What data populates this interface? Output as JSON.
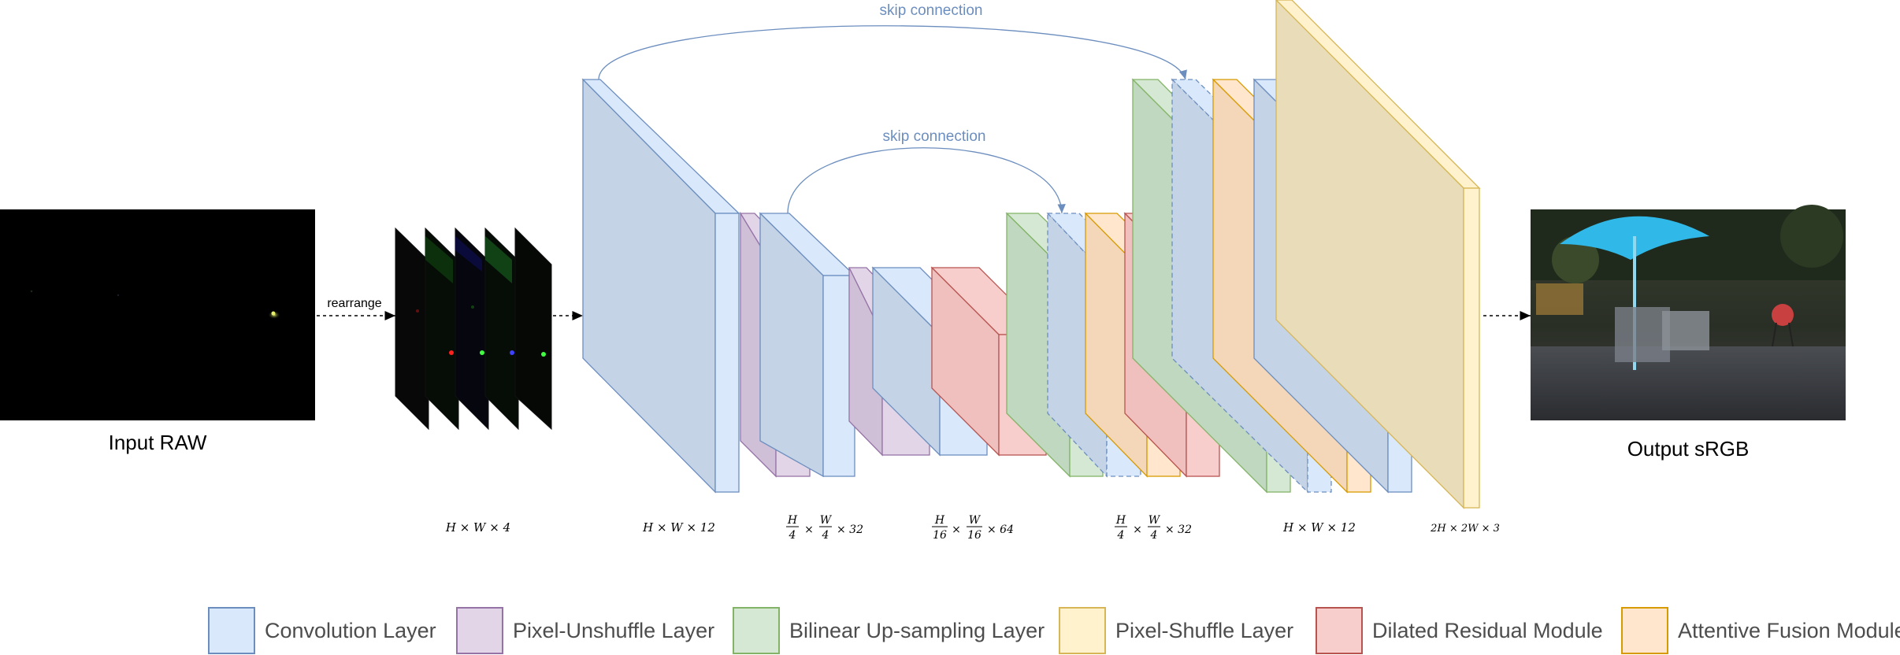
{
  "labels": {
    "input": "Input RAW",
    "output": "Output sRGB",
    "rearrange": "rearrange",
    "skip_top": "skip connection",
    "skip_inner": "skip connection"
  },
  "dims": {
    "d1": "H × W × 4",
    "d2": "H × W × 12",
    "d3": {
      "n1": "H",
      "d1": "4",
      "n2": "W",
      "d2": "4",
      "c": "× 32"
    },
    "d4": {
      "n1": "H",
      "d1": "16",
      "n2": "W",
      "d2": "16",
      "c": "× 64"
    },
    "d5": {
      "n1": "H",
      "d1": "4",
      "n2": "W",
      "d2": "4",
      "c": "× 32"
    },
    "d6": "H × W × 12",
    "d7": "2H × 2W × 3"
  },
  "legend": [
    {
      "label": "Convolution Layer",
      "fill": "#dae8fc",
      "stroke": "#6c8ebf"
    },
    {
      "label": "Pixel-Unshuffle Layer",
      "fill": "#e1d5e7",
      "stroke": "#9673a6"
    },
    {
      "label": "Bilinear Up-sampling Layer",
      "fill": "#d5e8d4",
      "stroke": "#82b366"
    },
    {
      "label": "Pixel-Shuffle Layer",
      "fill": "#fff2cc",
      "stroke": "#d6b656"
    },
    {
      "label": "Dilated Residual Module",
      "fill": "#f8cecc",
      "stroke": "#b85450"
    },
    {
      "label": "Attentive Fusion Module",
      "fill": "#ffe6cc",
      "stroke": "#d79b00"
    }
  ],
  "colors": {
    "conv": "#dae8fc",
    "unshuffle": "#e1d5e7",
    "upsample": "#d5e8d4",
    "shuffle": "#fff2cc",
    "dilated": "#f8cecc",
    "attentive": "#ffe6cc",
    "skip_text": "#6c8ebf"
  }
}
